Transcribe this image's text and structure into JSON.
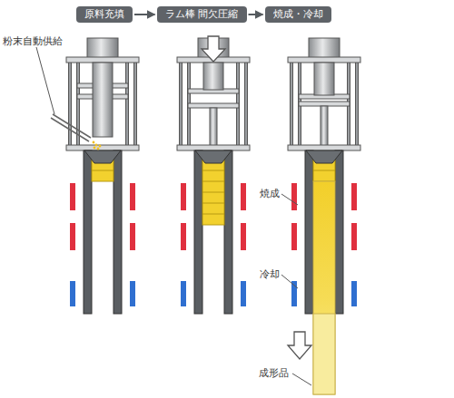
{
  "diagram": {
    "nodes": [
      {
        "text": [
          "原料充填"
        ]
      },
      {
        "text": [
          "ラム棒 間欠圧縮"
        ]
      },
      {
        "text": [
          "焼成・冷却"
        ]
      }
    ],
    "edges": [
      {
        "from": 0,
        "to": 1,
        "arrow": "to"
      },
      {
        "from": 1,
        "to": 2,
        "arrow": "to"
      }
    ],
    "labels": [
      "粉末自動供給",
      "焼成",
      "冷却",
      "成形品"
    ]
  }
}
